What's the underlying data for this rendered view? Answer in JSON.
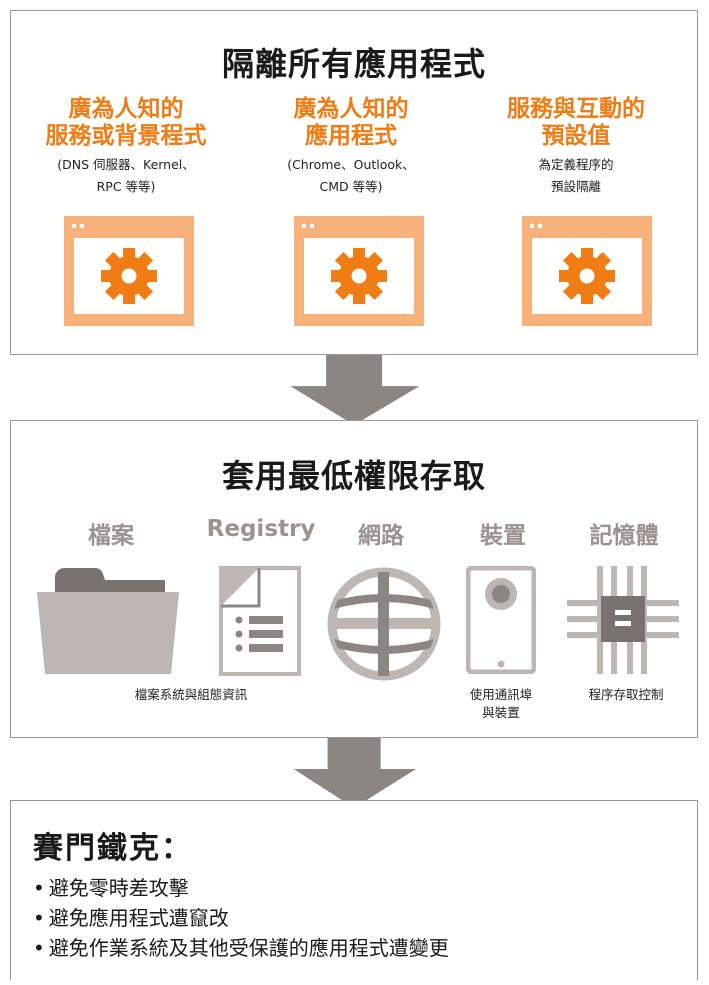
{
  "top": {
    "title": "隔離所有應用程式",
    "columns": [
      {
        "title": "廣為人知的\n服務或背景程式",
        "subtitle": "(DNS 伺服器、Kernel、\nRPC 等等)",
        "icon": "app-window-gear-icon"
      },
      {
        "title": "廣為人知的\n應用程式",
        "subtitle": "(Chrome、Outlook、\nCMD 等等)",
        "icon": "app-window-gear-icon"
      },
      {
        "title": "服務與互動的\n預設值",
        "subtitle": "為定義程序的\n預設隔離",
        "icon": "app-window-gear-icon"
      }
    ]
  },
  "middle": {
    "title": "套用最低權限存取",
    "resources": [
      {
        "label": "檔案",
        "icon": "folder-icon"
      },
      {
        "label": "Registry",
        "icon": "registry-document-icon"
      },
      {
        "label": "網路",
        "icon": "network-globe-icon"
      },
      {
        "label": "裝置",
        "icon": "phone-device-icon"
      },
      {
        "label": "記憶體",
        "icon": "memory-chip-icon"
      }
    ],
    "captions": {
      "files_registry": "檔案系統與組態資訊",
      "device": "使用通訊埠\n與裝置",
      "memory": "程序存取控制"
    }
  },
  "bottom": {
    "title": "賽門鐵克：",
    "bullets": [
      "避免零時差攻擊",
      "避免應用程式遭竄改",
      "避免作業系統及其他受保護的應用程式遭變更"
    ]
  },
  "colors": {
    "accent": "#f07c14",
    "window": "#f7b27c",
    "gray": "#9c9390",
    "arrow": "#8c8682"
  }
}
